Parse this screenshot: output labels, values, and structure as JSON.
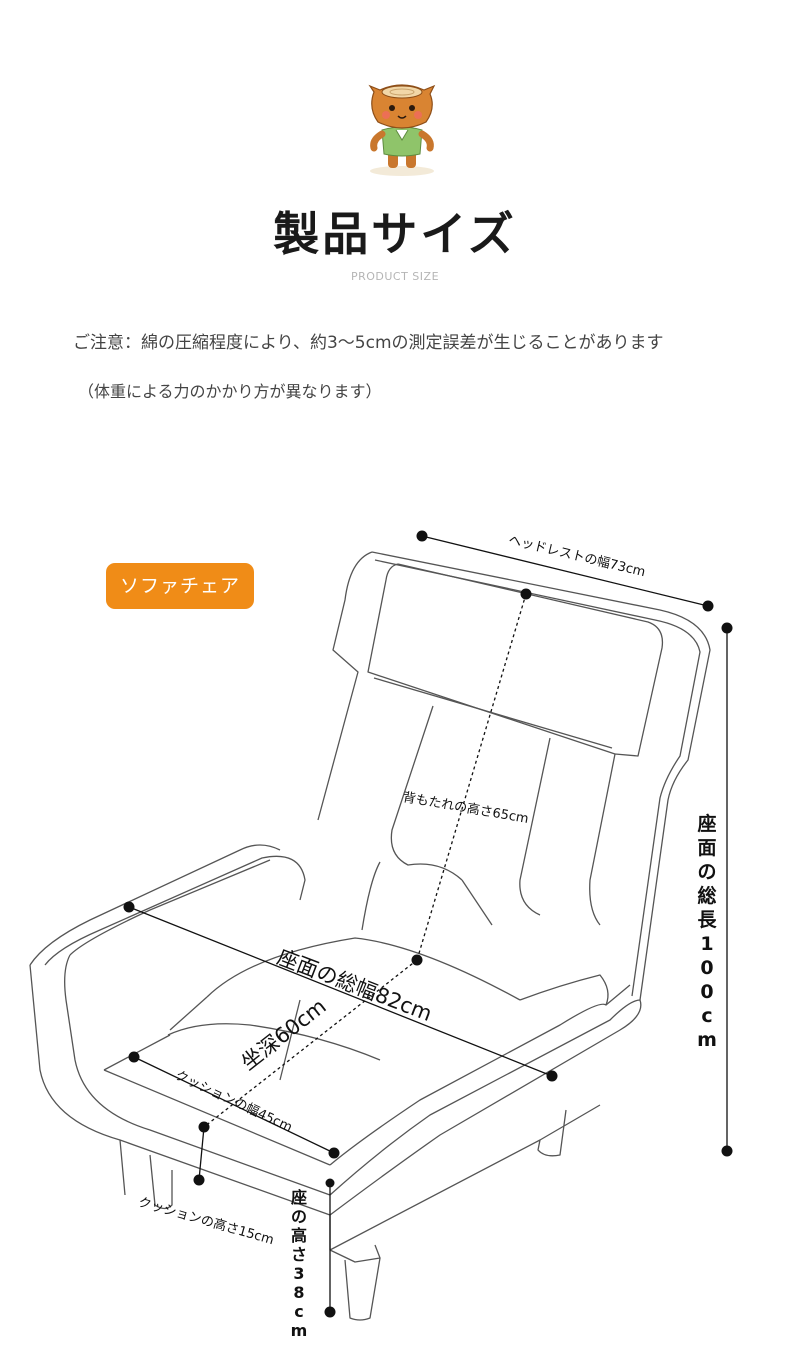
{
  "header": {
    "title": "製品サイズ",
    "subtitle": "PRODUCT SIZE"
  },
  "notes": {
    "line1": "ご注意：綿の圧縮程度により、約3〜5cmの測定誤差が生じることがあります",
    "line2": "（体重による力のかかり方が異なります）"
  },
  "badge": {
    "label": "ソファチェア"
  },
  "dimensions": {
    "headrest_width": "ヘッドレストの幅73cm",
    "backrest_height": "背もたれの高さ65cm",
    "seat_total_width": "座面の総幅82cm",
    "seat_depth": "坐深60cm",
    "cushion_width": "クッションの幅45cm",
    "cushion_height": "クッションの高さ15cm",
    "seat_total_length": "座\n面\nの\n総\n長\n1\n0\n0\nc\nm",
    "seat_height": "座\nの\n高\nさ\n3\n8\nc\nm"
  },
  "colors": {
    "accent": "#f08c17",
    "line": "#555555",
    "dimension": "#111111"
  },
  "icons": {
    "mascot": "tree-stump-mascot-icon"
  }
}
